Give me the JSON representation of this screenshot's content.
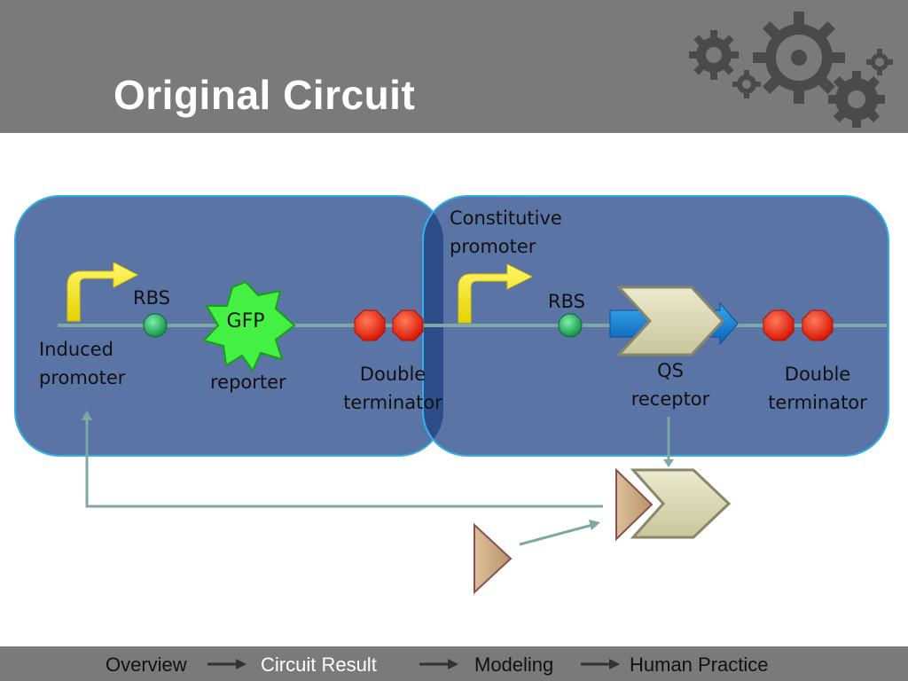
{
  "header": {
    "title": "Original Circuit",
    "background": "#7a7a7a",
    "decoration": "gears-icon"
  },
  "diagram": {
    "left_cassette": {
      "promoter_label_line1": "Induced",
      "promoter_label_line2": "promoter",
      "rbs_label": "RBS",
      "gene_label": "GFP",
      "gene_caption": "reporter",
      "terminator_label_line1": "Double",
      "terminator_label_line2": "terminator"
    },
    "right_cassette": {
      "promoter_label_line1": "Constitutive",
      "promoter_label_line2": "promoter",
      "rbs_label": "RBS",
      "gene_label_line1": "QS",
      "gene_label_line2": "receptor",
      "terminator_label_line1": "Double",
      "terminator_label_line2": "terminator"
    },
    "colors": {
      "cassette_fill": "#5a74a6",
      "cassette_border": "#2fb0e8",
      "overlap": "#2d4d8a",
      "promoter_arrow": "#f2e000",
      "rbs": "#1fa858",
      "gfp": "#44f044",
      "terminator": "#ee1c00",
      "receptor": "#dcd9b8",
      "signal": "#c9a77c",
      "feedback_line": "#7fa8a4"
    }
  },
  "footer": {
    "nav_items": [
      "Overview",
      "Circuit Result",
      "Modeling",
      "Human Practice"
    ]
  }
}
